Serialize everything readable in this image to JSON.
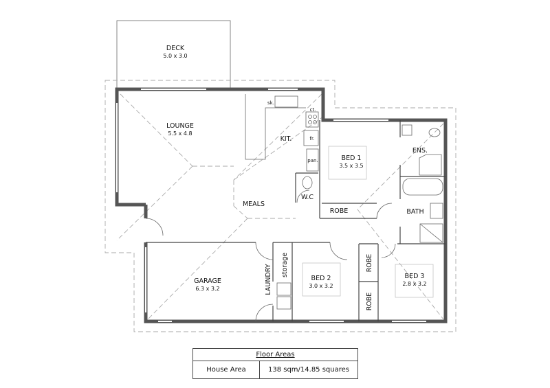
{
  "rooms": {
    "deck": {
      "name": "DECK",
      "size": "5.0 x 3.0"
    },
    "lounge": {
      "name": "LOUNGE",
      "size": "5.5 x 4.8"
    },
    "kitchen": {
      "name": "KIT."
    },
    "meals": {
      "name": "MEALS"
    },
    "wc": {
      "name": "W.C"
    },
    "bed1": {
      "name": "BED 1",
      "size": "3.5 x 3.5"
    },
    "ensuite": {
      "name": "ENS."
    },
    "robe1": {
      "name": "ROBE"
    },
    "bath": {
      "name": "BATH"
    },
    "garage": {
      "name": "GARAGE",
      "size": "6.3 x 3.2"
    },
    "laundry": {
      "name": "LAUNDRY"
    },
    "storage": {
      "name": "storage"
    },
    "bed2": {
      "name": "BED 2",
      "size": "3.0 x 3.2"
    },
    "robe2": {
      "name": "ROBE"
    },
    "robe3": {
      "name": "ROBE"
    },
    "bed3": {
      "name": "BED 3",
      "size": "2.8 x 3.2"
    }
  },
  "fixtures": {
    "sink": "sk.",
    "cooktop": "ct.",
    "fridge": "fr.",
    "pantry": "pan."
  },
  "floor_areas": {
    "title": "Floor Areas",
    "rows": [
      {
        "label": "House Area",
        "value": "138 sqm/14.85 squares"
      }
    ]
  }
}
